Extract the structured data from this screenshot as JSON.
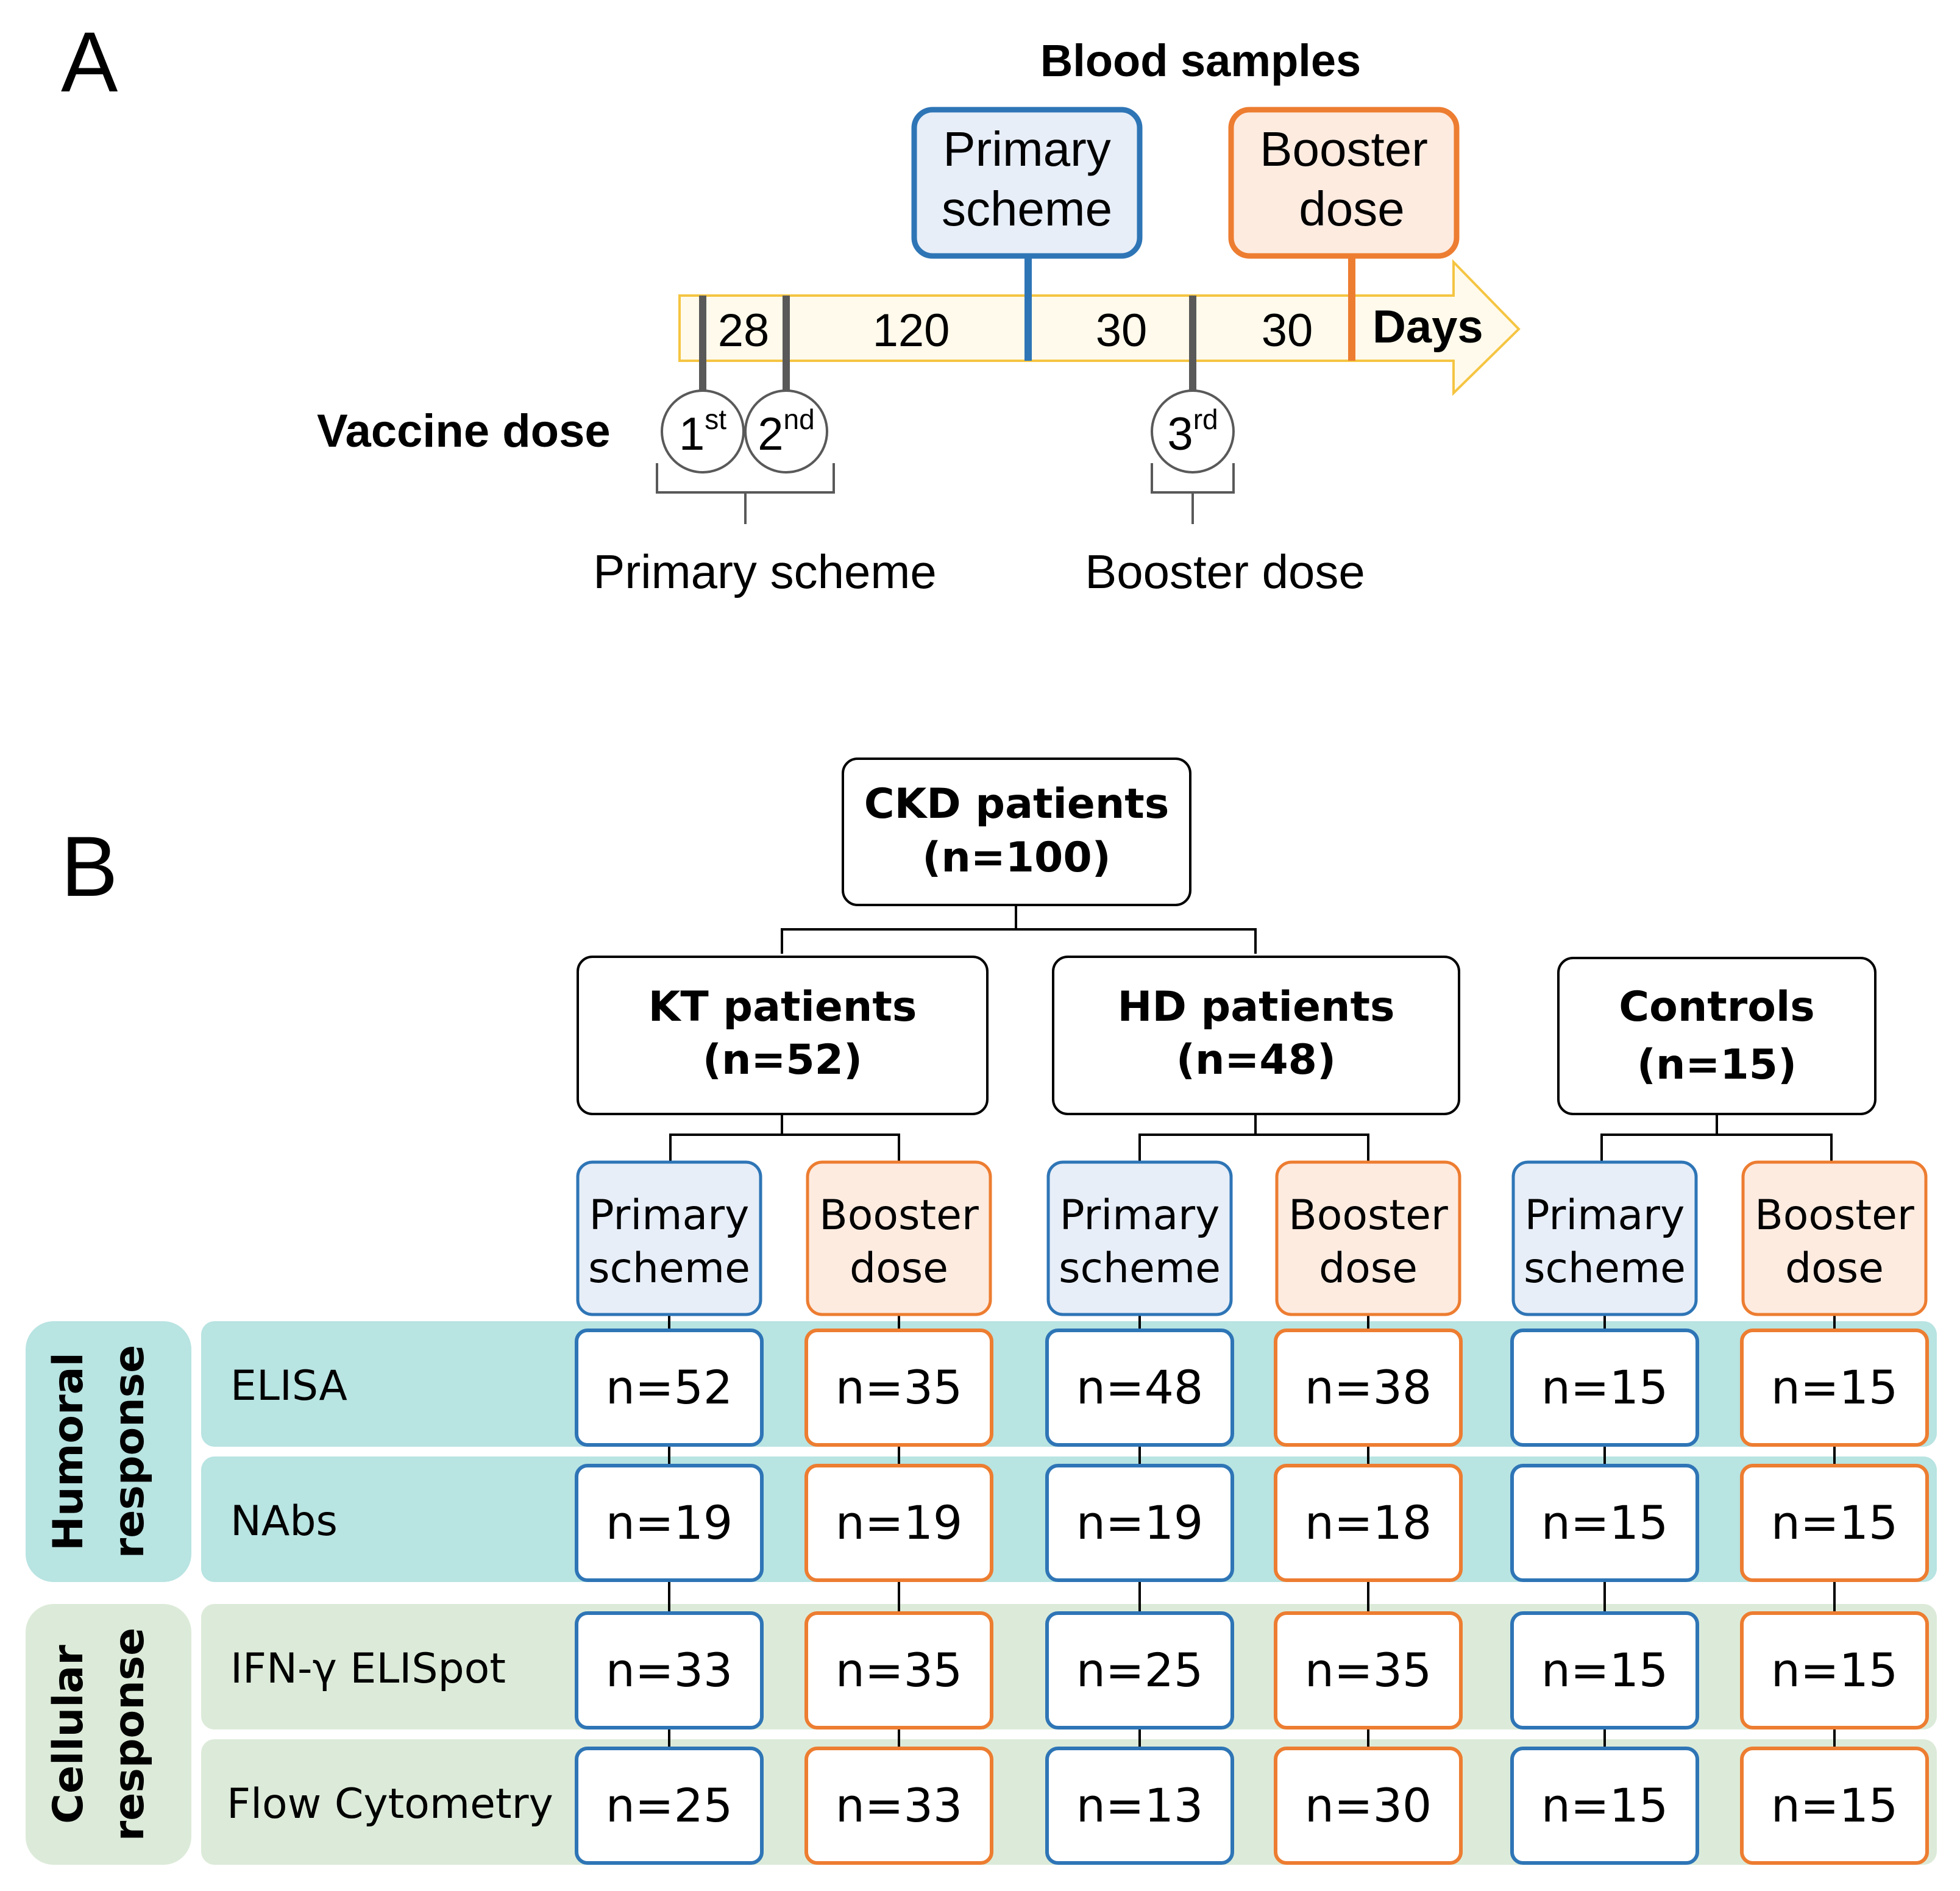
{
  "panel_a": {
    "label": "A",
    "blood_samples_title": "Blood samples",
    "sample_primary": [
      "Primary",
      "scheme"
    ],
    "sample_booster": [
      "Booster",
      "dose"
    ],
    "intervals": [
      "28",
      "120",
      "30",
      "30"
    ],
    "days_label": "Days",
    "vaccine_dose_label": "Vaccine dose",
    "doses": [
      {
        "num": "1",
        "sup": "st"
      },
      {
        "num": "2",
        "sup": "nd"
      },
      {
        "num": "3",
        "sup": "rd"
      }
    ],
    "brace_primary": "Primary scheme",
    "brace_booster": "Booster dose"
  },
  "panel_b": {
    "label": "B",
    "root": [
      "CKD patients",
      "(n=100)"
    ],
    "groups": [
      {
        "title": [
          "KT patients",
          "(n=52)"
        ]
      },
      {
        "title": [
          "HD patients",
          "(n=48)"
        ]
      },
      {
        "title": [
          "Controls",
          "(n=15)"
        ]
      }
    ],
    "phase_primary": [
      "Primary",
      "scheme"
    ],
    "phase_booster": [
      "Booster",
      "dose"
    ],
    "categories": [
      {
        "label": [
          "Humoral",
          "response"
        ]
      },
      {
        "label": [
          "Cellular",
          "response"
        ]
      }
    ],
    "rows": [
      {
        "assay": "ELISA",
        "values": [
          "n=52",
          "n=35",
          "n=48",
          "n=38",
          "n=15",
          "n=15"
        ]
      },
      {
        "assay": "NAbs",
        "values": [
          "n=19",
          "n=19",
          "n=19",
          "n=18",
          "n=15",
          "n=15"
        ]
      },
      {
        "assay": "IFN-γ ELISpot",
        "values": [
          "n=33",
          "n=35",
          "n=25",
          "n=35",
          "n=15",
          "n=15"
        ]
      },
      {
        "assay": "Flow Cytometry",
        "values": [
          "n=25",
          "n=33",
          "n=13",
          "n=30",
          "n=15",
          "n=15"
        ]
      }
    ]
  },
  "colors": {
    "blue": "#2e75b6",
    "orange": "#ed7d31",
    "blue_fill": "#e7eef8",
    "orange_fill": "#fdebe0",
    "humoral_bg": "#b8e4e2",
    "cellular_bg": "#dcebd9",
    "arrow_fill": "#fffaeb",
    "arrow_stroke": "#f5c542",
    "tick_gray": "#595959"
  }
}
